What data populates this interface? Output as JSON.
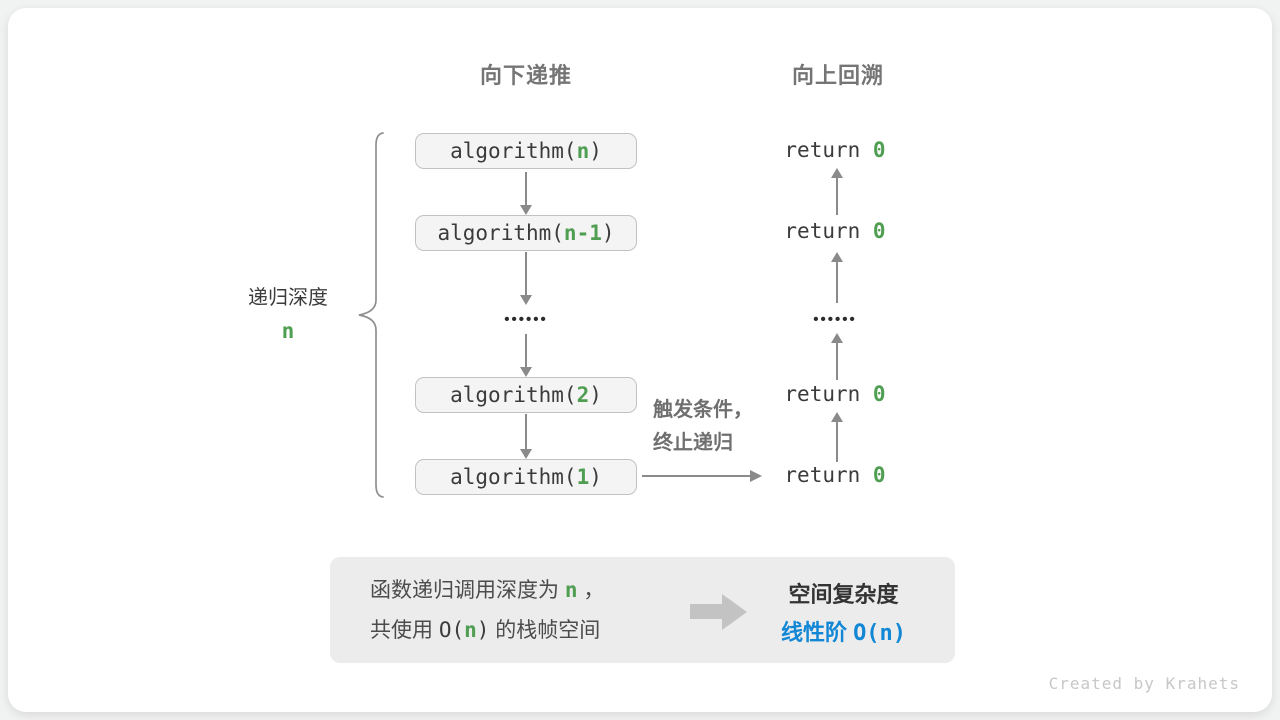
{
  "headers": {
    "left": "向下递推",
    "right": "向上回溯"
  },
  "depth_label": {
    "text": "递归深度",
    "value": "n"
  },
  "calls": [
    {
      "pre": "algorithm(",
      "arg": "n",
      "post": ")"
    },
    {
      "pre": "algorithm(",
      "arg": "n-1",
      "post": ")"
    },
    {
      "pre": "algorithm(",
      "arg": "2",
      "post": ")"
    },
    {
      "pre": "algorithm(",
      "arg": "1",
      "post": ")"
    }
  ],
  "returns": [
    {
      "pre": "return ",
      "val": "0"
    },
    {
      "pre": "return ",
      "val": "0"
    },
    {
      "pre": "return ",
      "val": "0"
    },
    {
      "pre": "return ",
      "val": "0"
    }
  ],
  "ellipsis": "••••••",
  "trigger": {
    "line1": "触发条件，",
    "line2": "终止递归"
  },
  "summary": {
    "line1_pre": "函数递归调用深度为 ",
    "line1_var": "n",
    "line1_post": " ，",
    "line2_pre": "共使用 ",
    "line2_code_open": "O(",
    "line2_var": "n",
    "line2_code_close": ")",
    "line2_post": " 的栈帧空间",
    "result_title": "空间复杂度",
    "result_value_cn": "线性阶 ",
    "result_value_code": "O(n)"
  },
  "watermark": "Created by Krahets",
  "colors": {
    "accent_green": "#4f9e52",
    "accent_blue": "#1187d6",
    "arrow_gray": "#8a8a8a",
    "box_fill": "#f4f4f4",
    "box_border": "#c2c2c2",
    "summary_fill": "#ececec"
  }
}
